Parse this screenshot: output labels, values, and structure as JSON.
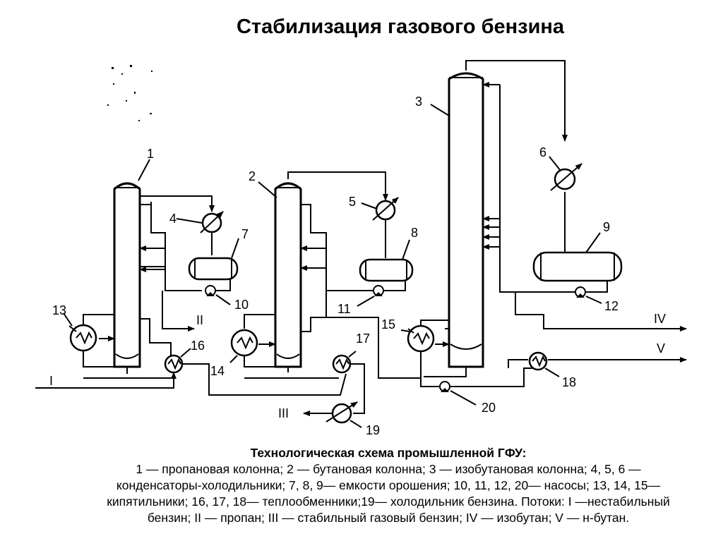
{
  "title": "Стабилизация газового бензина",
  "labels": {
    "n1": "1",
    "n2": "2",
    "n3": "3",
    "n4": "4",
    "n5": "5",
    "n6": "6",
    "n7": "7",
    "n8": "8",
    "n9": "9",
    "n10": "10",
    "n11": "11",
    "n12": "12",
    "n13": "13",
    "n14": "14",
    "n15": "15",
    "n16": "16",
    "n17": "17",
    "n18": "18",
    "n19": "19",
    "n20": "20",
    "sI": "I",
    "sII": "II",
    "sIII": "III",
    "sIV": "IV",
    "sV": "V"
  },
  "caption": {
    "heading": "Технологическая схема промышленной ГФУ:",
    "line1": "1 — пропановая колонна; 2 — бутановая колонна; 3 — изобутановая колонна; 4, 5, 6 —",
    "line2": "конденсаторы-холодильники; 7, 8, 9— емкости орошения; 10, 11, 12, 20— насосы; 13, 14, 15—",
    "line3": "кипятильники; 16, 17, 18— теплообменники;19— холодильник бензина. Потоки: I —нестабильный",
    "line4": "бензин; II — пропан; III — стабильный газовый бензин; IV — изобутан; V — н-бутан."
  }
}
